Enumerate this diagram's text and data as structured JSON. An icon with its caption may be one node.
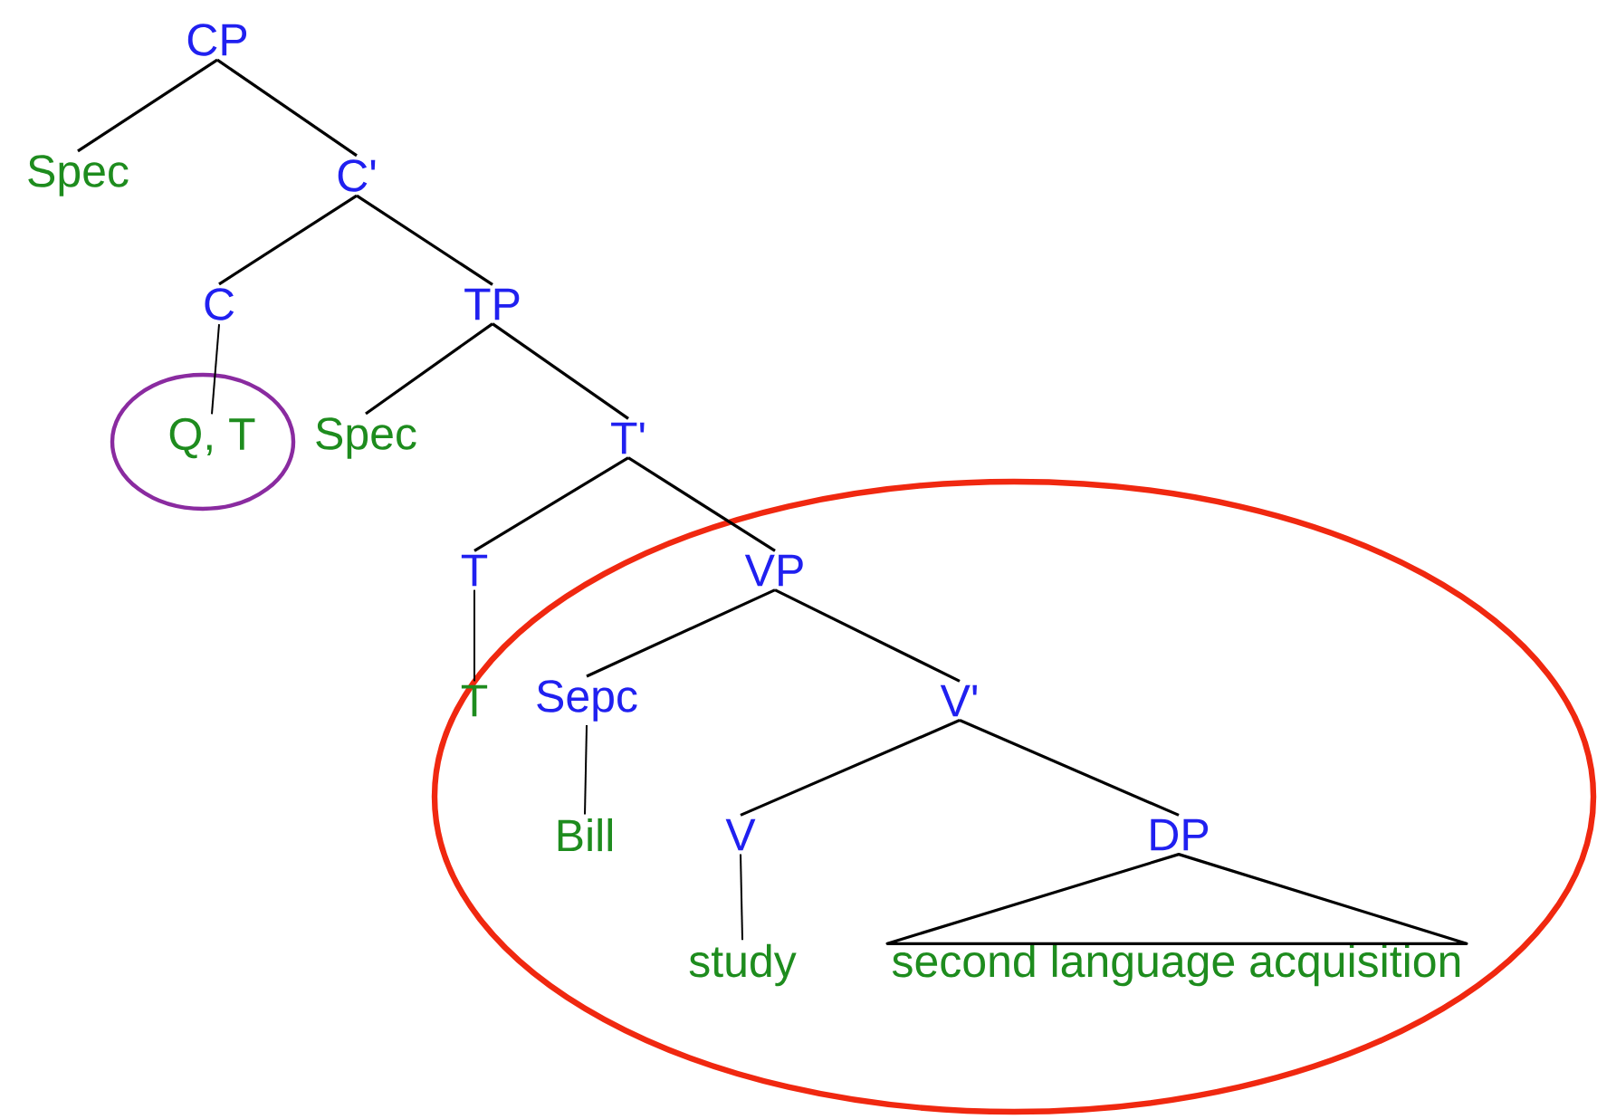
{
  "diagram": {
    "nodes": [
      {
        "text": [
          "CP"
        ]
      },
      {
        "text": [
          "Spec"
        ]
      },
      {
        "text": [
          "C'"
        ]
      },
      {
        "text": [
          "C"
        ]
      },
      {
        "text": [
          "TP"
        ]
      },
      {
        "text": [
          "Q, T"
        ]
      },
      {
        "text": [
          "Spec"
        ]
      },
      {
        "text": [
          "T'"
        ]
      },
      {
        "text": [
          "T"
        ]
      },
      {
        "text": [
          "VP"
        ]
      },
      {
        "text": [
          "T"
        ]
      },
      {
        "text": [
          "Sepc"
        ]
      },
      {
        "text": [
          "V'"
        ]
      },
      {
        "text": [
          "Bill"
        ]
      },
      {
        "text": [
          "V"
        ]
      },
      {
        "text": [
          "DP"
        ]
      },
      {
        "text": [
          "study"
        ]
      },
      {
        "text": [
          "second language acquisition"
        ]
      }
    ],
    "edges": [
      {
        "from": 0,
        "to": 1,
        "arrow": "none"
      },
      {
        "from": 0,
        "to": 2,
        "arrow": "none"
      },
      {
        "from": 2,
        "to": 3,
        "arrow": "none"
      },
      {
        "from": 2,
        "to": 4,
        "arrow": "none"
      },
      {
        "from": 3,
        "to": 5,
        "arrow": "none"
      },
      {
        "from": 4,
        "to": 6,
        "arrow": "none"
      },
      {
        "from": 4,
        "to": 7,
        "arrow": "none"
      },
      {
        "from": 7,
        "to": 8,
        "arrow": "none"
      },
      {
        "from": 7,
        "to": 9,
        "arrow": "none"
      },
      {
        "from": 8,
        "to": 10,
        "arrow": "none"
      },
      {
        "from": 9,
        "to": 11,
        "arrow": "none"
      },
      {
        "from": 9,
        "to": 12,
        "arrow": "none"
      },
      {
        "from": 11,
        "to": 13,
        "arrow": "none"
      },
      {
        "from": 12,
        "to": 14,
        "arrow": "none"
      },
      {
        "from": 12,
        "to": 15,
        "arrow": "none"
      },
      {
        "from": 14,
        "to": 16,
        "arrow": "none"
      },
      {
        "from": 15,
        "to": 17,
        "arrow": "none"
      }
    ]
  }
}
